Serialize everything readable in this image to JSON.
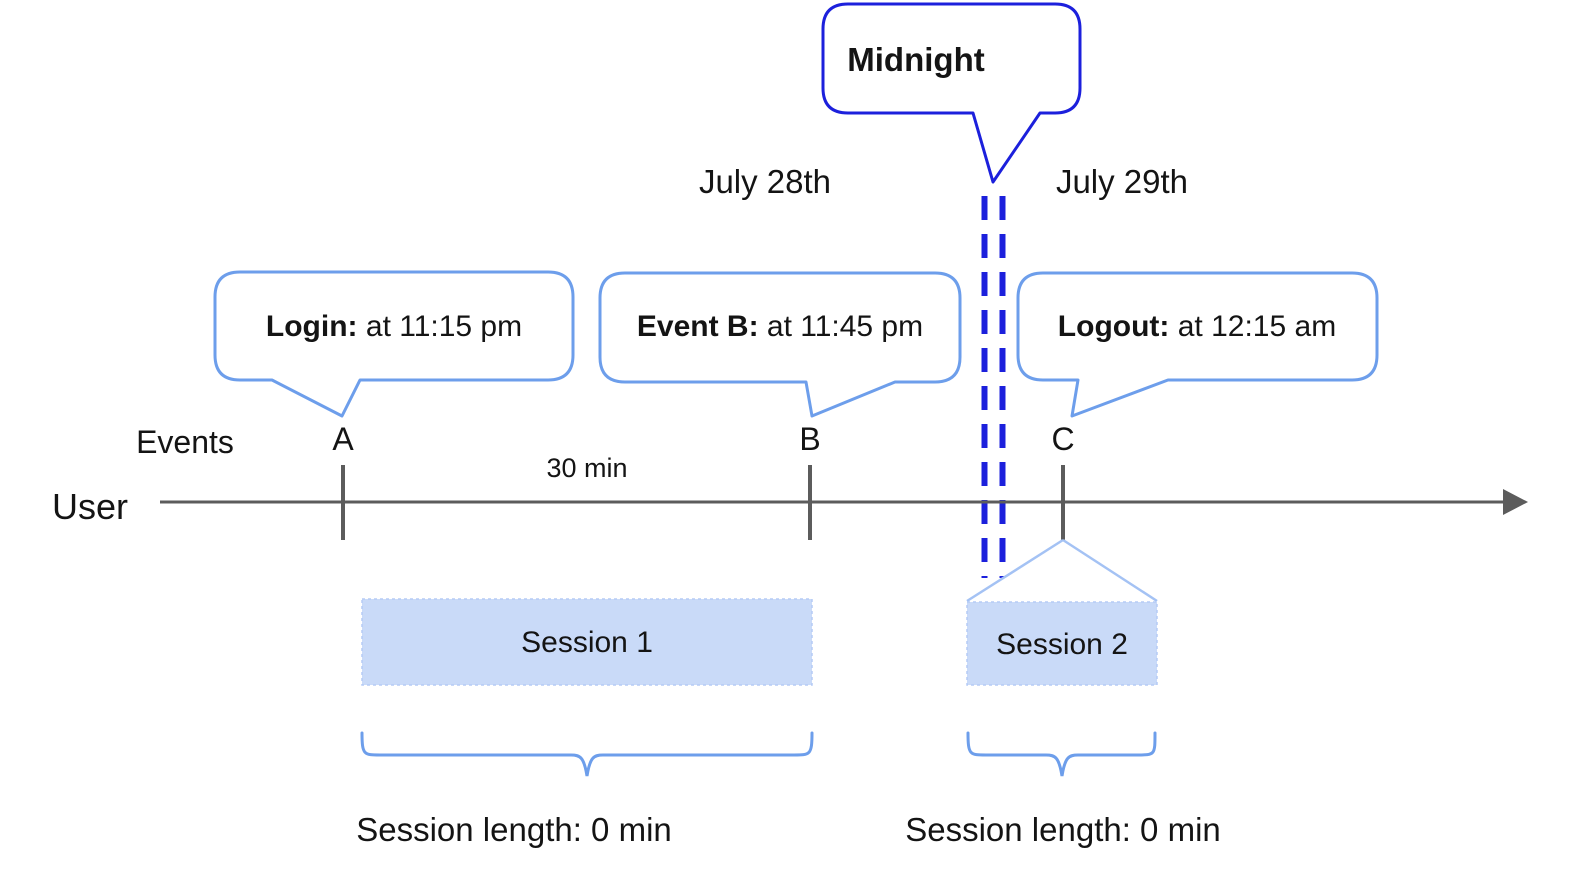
{
  "diagram": {
    "midnight_callout": {
      "label": "Midnight"
    },
    "dates": {
      "before": "July 28th",
      "after": "July 29th"
    },
    "axis": {
      "events_row_label": "Events",
      "user_row_label": "User",
      "interval_label": "30 min"
    },
    "events": [
      {
        "id": "A",
        "callout_label": "Login:",
        "callout_time": " at 11:15 pm"
      },
      {
        "id": "B",
        "callout_label": "Event B:",
        "callout_time": " at 11:45 pm"
      },
      {
        "id": "C",
        "callout_label": "Logout:",
        "callout_time": " at 12:15 am"
      }
    ],
    "sessions": [
      {
        "name": "Session 1",
        "length_label": "Session length: 0 min"
      },
      {
        "name": "Session 2",
        "length_label": "Session length: 0 min"
      }
    ],
    "colors": {
      "deep_blue": "#1c20dc",
      "cornflower_blue": "#6d9eeb",
      "light_blue_line": "#a4c2f4",
      "session_fill": "#c9daf8",
      "axis_gray": "#5c5c5c"
    }
  }
}
